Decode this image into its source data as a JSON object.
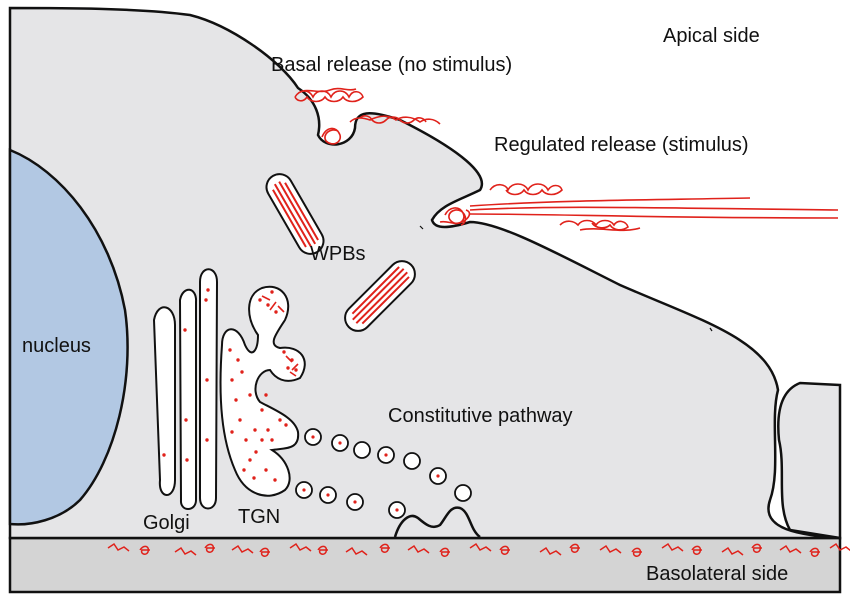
{
  "labels": {
    "apical_side": "Apical side",
    "basal_release": "Basal release (no stimulus)",
    "regulated_release": "Regulated release (stimulus)",
    "wpbs": "WPBs",
    "nucleus": "nucleus",
    "constitutive_pathway": "Constitutive pathway",
    "golgi": "Golgi",
    "tgn": "TGN",
    "basolateral_side": "Basolateral side"
  },
  "colors": {
    "cell_fill": "#e5e5e7",
    "nucleus_fill": "#b2c8e3",
    "membrane_fill": "#d4d4d4",
    "outline": "#111111",
    "vwf_red": "#e0221b"
  }
}
